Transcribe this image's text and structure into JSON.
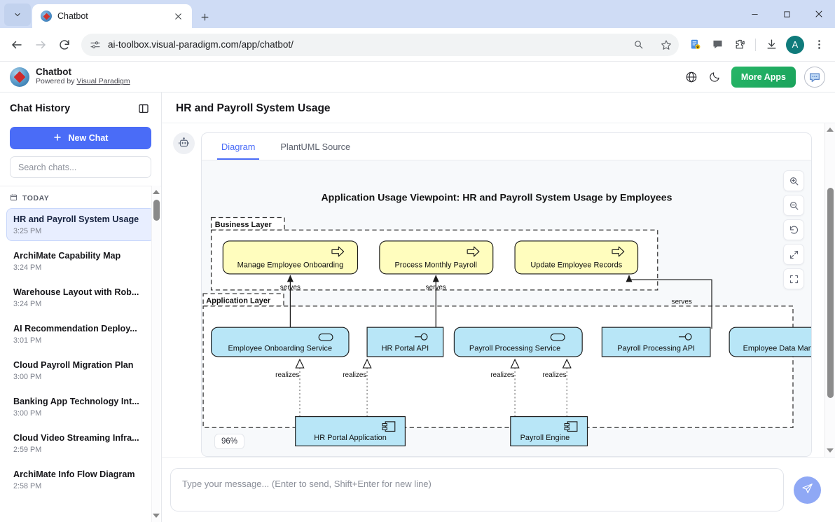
{
  "browser": {
    "tab": {
      "title": "Chatbot",
      "favicon": "visual-paradigm-favicon"
    },
    "url": "ai-toolbox.visual-paradigm.com/app/chatbot/",
    "new_tab_label": "+",
    "profile_initial": "A"
  },
  "app_header": {
    "title": "Chatbot",
    "powered_prefix": "Powered by ",
    "powered_link": "Visual Paradigm",
    "more_apps_label": "More Apps"
  },
  "sidebar": {
    "heading": "Chat History",
    "new_chat_label": "New Chat",
    "search_placeholder": "Search chats...",
    "group_label": "TODAY",
    "items": [
      {
        "title": "HR and Payroll System Usage",
        "time": "3:25 PM",
        "active": true
      },
      {
        "title": "ArchiMate Capability Map",
        "time": "3:24 PM",
        "active": false
      },
      {
        "title": "Warehouse Layout with Rob...",
        "time": "3:24 PM",
        "active": false
      },
      {
        "title": "AI Recommendation Deploy...",
        "time": "3:01 PM",
        "active": false
      },
      {
        "title": "Cloud Payroll Migration Plan",
        "time": "3:00 PM",
        "active": false
      },
      {
        "title": "Banking App Technology Int...",
        "time": "3:00 PM",
        "active": false
      },
      {
        "title": "Cloud Video Streaming Infra...",
        "time": "2:59 PM",
        "active": false
      },
      {
        "title": "ArchiMate Info Flow Diagram",
        "time": "2:58 PM",
        "active": false
      }
    ]
  },
  "main": {
    "title": "HR and Payroll System Usage",
    "tabs": [
      {
        "label": "Diagram",
        "active": true
      },
      {
        "label": "PlantUML Source",
        "active": false
      }
    ],
    "zoom_level": "96%",
    "toolbar_buttons": [
      "zoom-in-icon",
      "zoom-out-icon",
      "reset-icon",
      "expand-icon",
      "fit-screen-icon"
    ]
  },
  "composer": {
    "placeholder": "Type your message... (Enter to send, Shift+Enter for new line)",
    "value": "",
    "send_icon": "send-paper-plane-icon"
  },
  "diagram": {
    "title": "Application Usage Viewpoint: HR and Payroll System Usage by Employees",
    "layers": [
      {
        "name": "Business Layer"
      },
      {
        "name": "Application Layer"
      }
    ],
    "business_elements": [
      {
        "label": "Manage Employee Onboarding",
        "type": "business-process"
      },
      {
        "label": "Process Monthly Payroll",
        "type": "business-process"
      },
      {
        "label": "Update Employee Records",
        "type": "business-process"
      }
    ],
    "application_elements": [
      {
        "label": "Employee Onboarding Service",
        "type": "application-service"
      },
      {
        "label": "HR Portal API",
        "type": "application-interface"
      },
      {
        "label": "Payroll Processing Service",
        "type": "application-service"
      },
      {
        "label": "Payroll Processing API",
        "type": "application-interface"
      },
      {
        "label": "Employee Data Manag",
        "type": "application-service"
      }
    ],
    "component_elements": [
      {
        "label": "HR Portal Application",
        "type": "application-component"
      },
      {
        "label": "Payroll Engine",
        "type": "application-component"
      }
    ],
    "relations": [
      {
        "label": "serves",
        "from": "Employee Onboarding Service",
        "to": "Manage Employee Onboarding"
      },
      {
        "label": "serves",
        "from": "Payroll Processing Service",
        "to": "Process Monthly Payroll"
      },
      {
        "label": "serves",
        "from": "Employee Data Manag",
        "to": "Update Employee Records"
      },
      {
        "label": "realizes",
        "from": "HR Portal Application",
        "to": "Employee Onboarding Service"
      },
      {
        "label": "realizes",
        "from": "HR Portal Application",
        "to": "HR Portal API"
      },
      {
        "label": "realizes",
        "from": "Payroll Engine",
        "to": "Payroll Processing Service"
      },
      {
        "label": "realizes",
        "from": "Payroll Engine",
        "to": "Payroll Processing API"
      }
    ],
    "colors": {
      "business_fill": "#fffdbe",
      "application_fill": "#b8e6f7",
      "stroke": "#1a1a1a"
    }
  }
}
